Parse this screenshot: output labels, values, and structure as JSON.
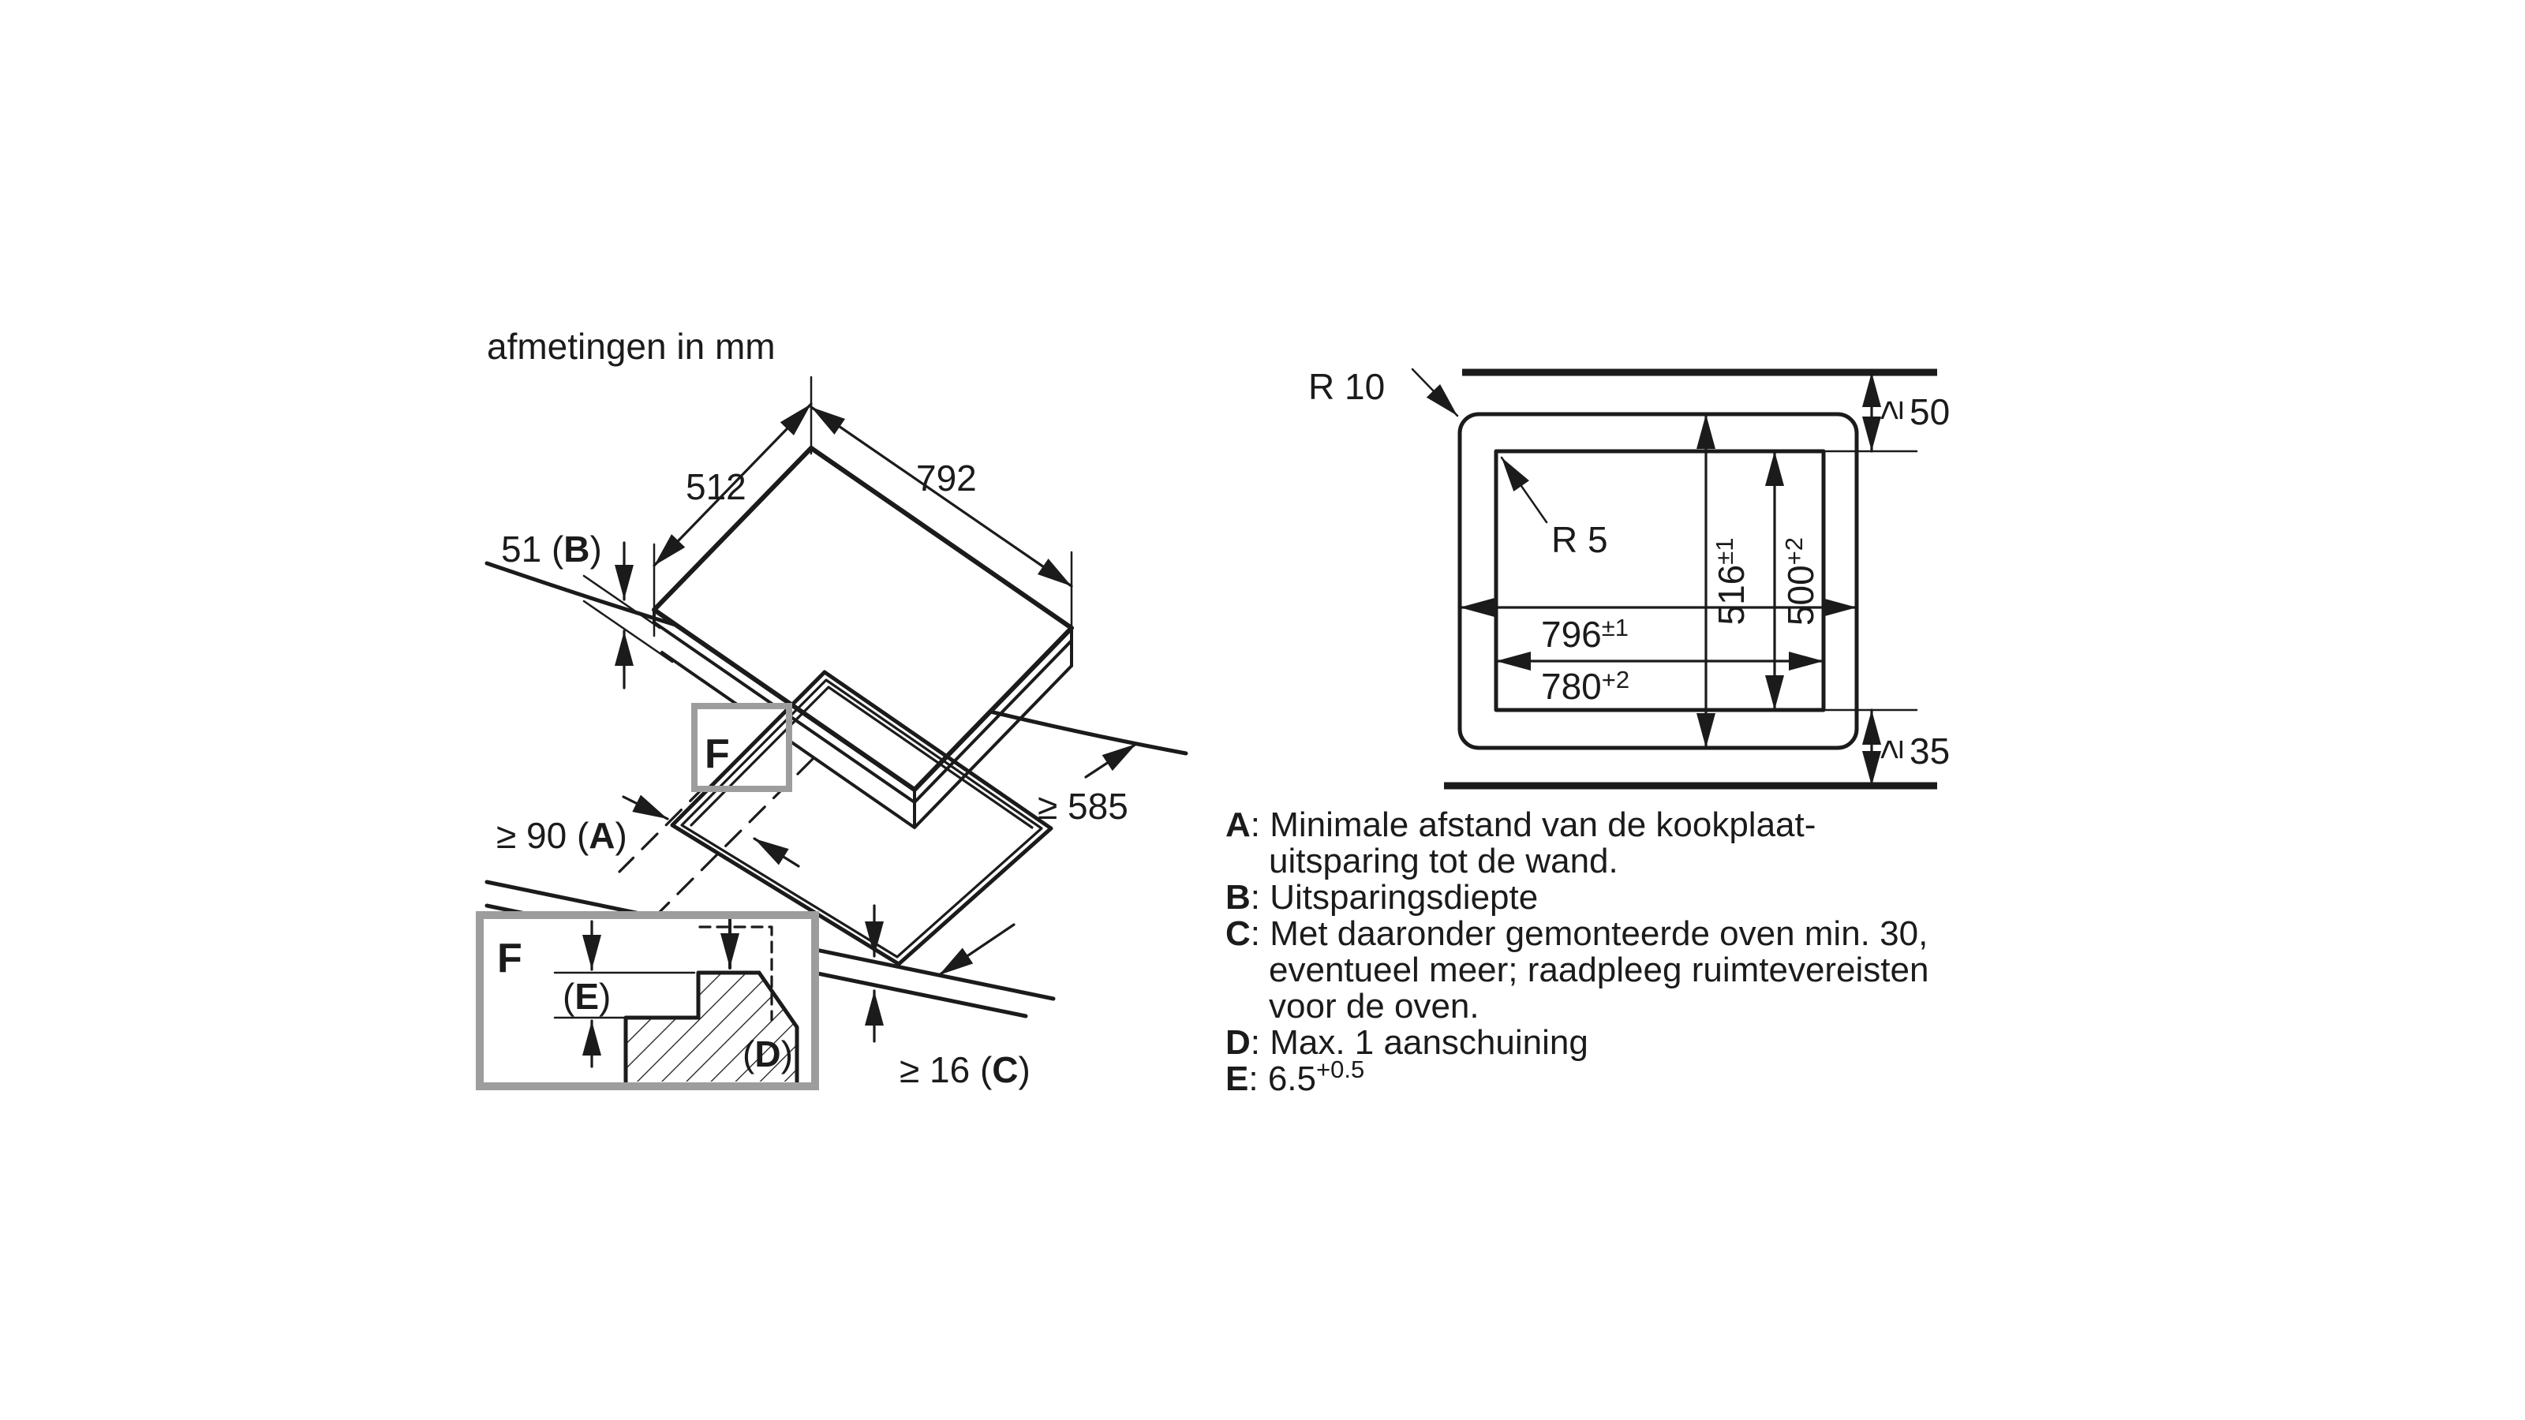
{
  "title": "afmetingen in mm",
  "hob": {
    "dim_width": "792",
    "dim_depth": "512",
    "dim_b": {
      "pre": "51 (",
      "key": "B",
      "post": ")"
    }
  },
  "worktop": {
    "dim_a": {
      "pre": "≥ 90 (",
      "key": "A",
      "post": ")"
    },
    "dim_depth": "≥ 585",
    "dim_c": {
      "pre": "≥ 16 (",
      "key": "C",
      "post": ")"
    },
    "f_marker": "F"
  },
  "detail_f": {
    "marker": "F",
    "dim_e": {
      "pre": "(",
      "key": "E",
      "post": ")"
    },
    "dim_d": {
      "pre": "(",
      "key": "D",
      "post": ")"
    }
  },
  "cutout_plan": {
    "r_outer": "R 10",
    "r_inner": "R 5",
    "width_outer": {
      "base": "796",
      "sup": "±1"
    },
    "width_inner": {
      "base": "780",
      "sup": "+2"
    },
    "height_outer": {
      "base": "516",
      "sup": "±1"
    },
    "height_inner": {
      "base": "500",
      "sup": "+2"
    },
    "clearance_top": {
      "symbol": "≥",
      "value": "50"
    },
    "clearance_bottom": {
      "symbol": "≥",
      "value": "35"
    }
  },
  "legend": {
    "a_key": "A",
    "a_line1": ": Minimale afstand van de kookplaat-",
    "a_line2": "uitsparing tot de wand.",
    "b_key": "B",
    "b_line1": ": Uitsparingsdiepte",
    "c_key": "C",
    "c_line1": ": Met daaronder gemonteerde oven min. 30,",
    "c_line2": "eventueel meer; raadpleeg ruimtevereisten",
    "c_line3": "voor de oven.",
    "d_key": "D",
    "d_line1": ": Max. 1 aanschuining",
    "e_key": "E",
    "e_colon": ": ",
    "e_base": "6.5",
    "e_sup": "+0.5"
  }
}
